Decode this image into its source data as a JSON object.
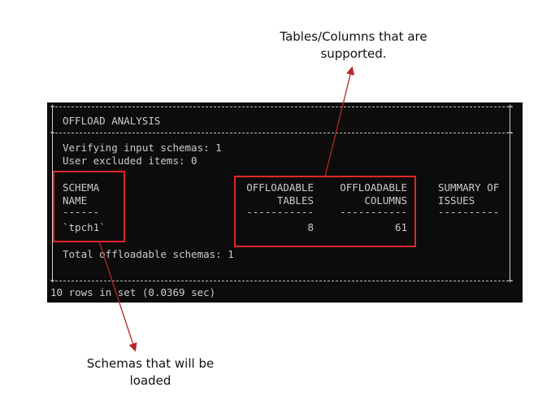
{
  "callouts": {
    "supported_line1": "Tables/Columns that are",
    "supported_line2": "supported.",
    "schemas_line1": "Schemas that will be",
    "schemas_line2": "loaded"
  },
  "terminal": {
    "title": "OFFLOAD ANALYSIS",
    "verifying": "Verifying input schemas: 1",
    "excluded": "User excluded items: 0",
    "headers": {
      "schema": "SCHEMA",
      "name": "NAME",
      "offloadable1": "OFFLOADABLE",
      "tables": "TABLES",
      "offloadable2": "OFFLOADABLE",
      "columns": "COLUMNS",
      "summary": "SUMMARY OF",
      "issues": "ISSUES"
    },
    "dashes": {
      "schema": "------",
      "tables": "-----------",
      "columns": "-----------",
      "summary": "----------"
    },
    "row": {
      "schema": "`tpch1`",
      "tables": "8",
      "columns": "61"
    },
    "total": "Total offloadable schemas: 1",
    "footer": "10 rows in set (0.0369 sec)"
  },
  "colors": {
    "terminal_bg": "#0c0c0c",
    "terminal_text": "#cccccc",
    "highlight_box": "#e0262b",
    "arrow": "#b3282d"
  }
}
